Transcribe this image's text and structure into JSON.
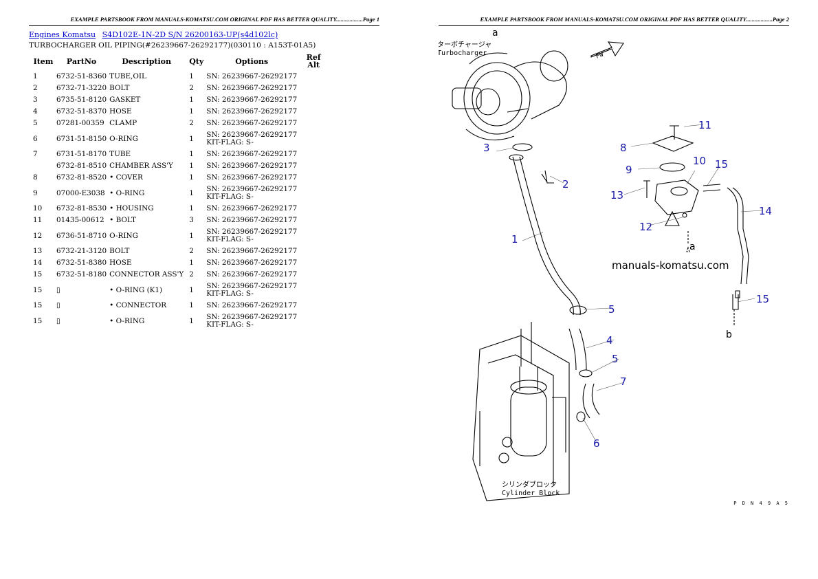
{
  "header": {
    "page1": "EXAMPLE PARTSBOOK FROM MANUALS-KOMATSU.COM ORIGINAL PDF HAS BETTER QUALITY..................Page 1",
    "page2": "EXAMPLE PARTSBOOK FROM MANUALS-KOMATSU.COM ORIGINAL PDF HAS BETTER QUALITY..................Page 2"
  },
  "breadcrumb": [
    "Engines Komatsu",
    "S4D102E-1N-2D S/N 26200163-UP(s4d102lc)"
  ],
  "subtitle": "TURBOCHARGER OIL PIPING(#26239667-26292177)(030110 : A153T-01A5)",
  "table": {
    "columns": [
      "Item",
      "PartNo",
      "Description",
      "Qty",
      "Options",
      "Ref Alt"
    ],
    "rows": [
      {
        "item": "1",
        "part": "6732-51-8360",
        "desc": "TUBE,OIL",
        "qty": "1",
        "opt": "SN: 26239667-26292177",
        "kit": ""
      },
      {
        "item": "2",
        "part": "6732-71-3220",
        "desc": "BOLT",
        "qty": "2",
        "opt": "SN: 26239667-26292177",
        "kit": ""
      },
      {
        "item": "3",
        "part": "6735-51-8120",
        "desc": "GASKET",
        "qty": "1",
        "opt": "SN: 26239667-26292177",
        "kit": ""
      },
      {
        "item": "4",
        "part": "6732-51-8370",
        "desc": "HOSE",
        "qty": "1",
        "opt": "SN: 26239667-26292177",
        "kit": ""
      },
      {
        "item": "5",
        "part": "07281-00359",
        "desc": "CLAMP",
        "qty": "2",
        "opt": "SN: 26239667-26292177",
        "kit": ""
      },
      {
        "item": "6",
        "part": "6731-51-8150",
        "desc": "O-RING",
        "qty": "1",
        "opt": "SN: 26239667-26292177",
        "kit": "KIT-FLAG: S-"
      },
      {
        "item": "7",
        "part": "6731-51-8170",
        "desc": "TUBE",
        "qty": "1",
        "opt": "SN: 26239667-26292177",
        "kit": ""
      },
      {
        "item": "",
        "part": "6732-81-8510",
        "desc": "CHAMBER ASS'Y",
        "qty": "1",
        "opt": "SN: 26239667-26292177",
        "kit": ""
      },
      {
        "item": "8",
        "part": "6732-81-8520",
        "desc": "• COVER",
        "qty": "1",
        "opt": "SN: 26239667-26292177",
        "kit": ""
      },
      {
        "item": "9",
        "part": "07000-E3038",
        "desc": "• O-RING",
        "qty": "1",
        "opt": "SN: 26239667-26292177",
        "kit": "KIT-FLAG: S-"
      },
      {
        "item": "10",
        "part": "6732-81-8530",
        "desc": "• HOUSING",
        "qty": "1",
        "opt": "SN: 26239667-26292177",
        "kit": ""
      },
      {
        "item": "11",
        "part": "01435-00612",
        "desc": "• BOLT",
        "qty": "3",
        "opt": "SN: 26239667-26292177",
        "kit": ""
      },
      {
        "item": "12",
        "part": "6736-51-8710",
        "desc": "O-RING",
        "qty": "1",
        "opt": "SN: 26239667-26292177",
        "kit": "KIT-FLAG: S-"
      },
      {
        "item": "13",
        "part": "6732-21-3120",
        "desc": "BOLT",
        "qty": "2",
        "opt": "SN: 26239667-26292177",
        "kit": ""
      },
      {
        "item": "14",
        "part": "6732-51-8380",
        "desc": "HOSE",
        "qty": "1",
        "opt": "SN: 26239667-26292177",
        "kit": ""
      },
      {
        "item": "15",
        "part": "6732-51-8180",
        "desc": "CONNECTOR ASS'Y",
        "qty": "2",
        "opt": "SN: 26239667-26292177",
        "kit": ""
      },
      {
        "item": "15",
        "part": "▯",
        "desc": "• O-RING (K1)",
        "qty": "1",
        "opt": "SN: 26239667-26292177",
        "kit": "KIT-FLAG: S-"
      },
      {
        "item": "15",
        "part": "▯",
        "desc": "• CONNECTOR",
        "qty": "1",
        "opt": "SN: 26239667-26292177",
        "kit": ""
      },
      {
        "item": "15",
        "part": "▯",
        "desc": "• O-RING",
        "qty": "1",
        "opt": "SN: 26239667-26292177",
        "kit": "KIT-FLAG: S-"
      }
    ]
  },
  "diagram": {
    "turbo_label_jp": "ターボチャージャ",
    "turbo_label_en": "Turbocharger",
    "block_label_jp": "シリンダブロック",
    "block_label_en": "Cylinder Block",
    "fwd_label": "FW",
    "watermark": "manuals-komatsu.com",
    "ref_a": "a",
    "ref_b": "b",
    "callouts": [
      "1",
      "2",
      "3",
      "4",
      "5",
      "5",
      "6",
      "7",
      "8",
      "9",
      "10",
      "11",
      "12",
      "13",
      "14",
      "15",
      "15"
    ],
    "callout_color": "#1a1aa8",
    "page_id": "P D N 4 9 A 5"
  }
}
